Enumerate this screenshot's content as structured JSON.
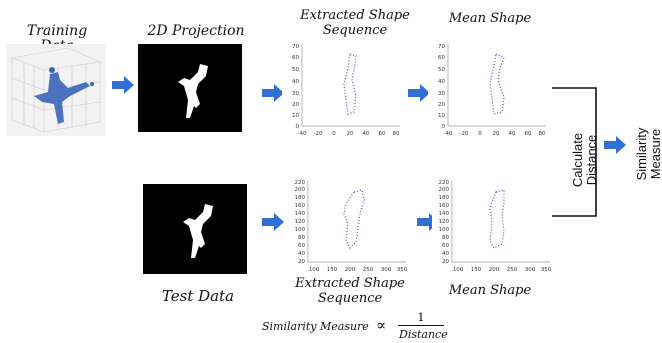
{
  "labels": {
    "training_data": "Training Data",
    "projection": "2D Projection",
    "extracted_line1": "Extracted Shape",
    "extracted_line2": "Sequence",
    "mean_shape": "Mean Shape",
    "test_data": "Test Data",
    "calc_line1": "Calculate",
    "calc_line2": "Distance",
    "sim_line1": "Similarity",
    "sim_line2": "Measure"
  },
  "formula": {
    "lhs": "Similarity Measure",
    "symbol": "∝",
    "numerator": "1",
    "denominator": "Distance"
  },
  "plots": {
    "top": {
      "y_ticks": [
        "70",
        "60",
        "50",
        "40",
        "30",
        "20",
        "10",
        "0"
      ],
      "x_ticks": [
        "-40",
        "-20",
        "0",
        "20",
        "40",
        "60",
        "80"
      ]
    },
    "bottom": {
      "y_ticks": [
        "220",
        "200",
        "180",
        "160",
        "140",
        "120",
        "100",
        "80",
        "60",
        "40",
        "20"
      ],
      "x_ticks": [
        "100",
        "150",
        "200",
        "250",
        "300",
        "350"
      ]
    }
  },
  "colors": {
    "arrow": "#2f6fd6",
    "shape_dots": "#3a55c8",
    "cloud": "#3a63b8"
  }
}
